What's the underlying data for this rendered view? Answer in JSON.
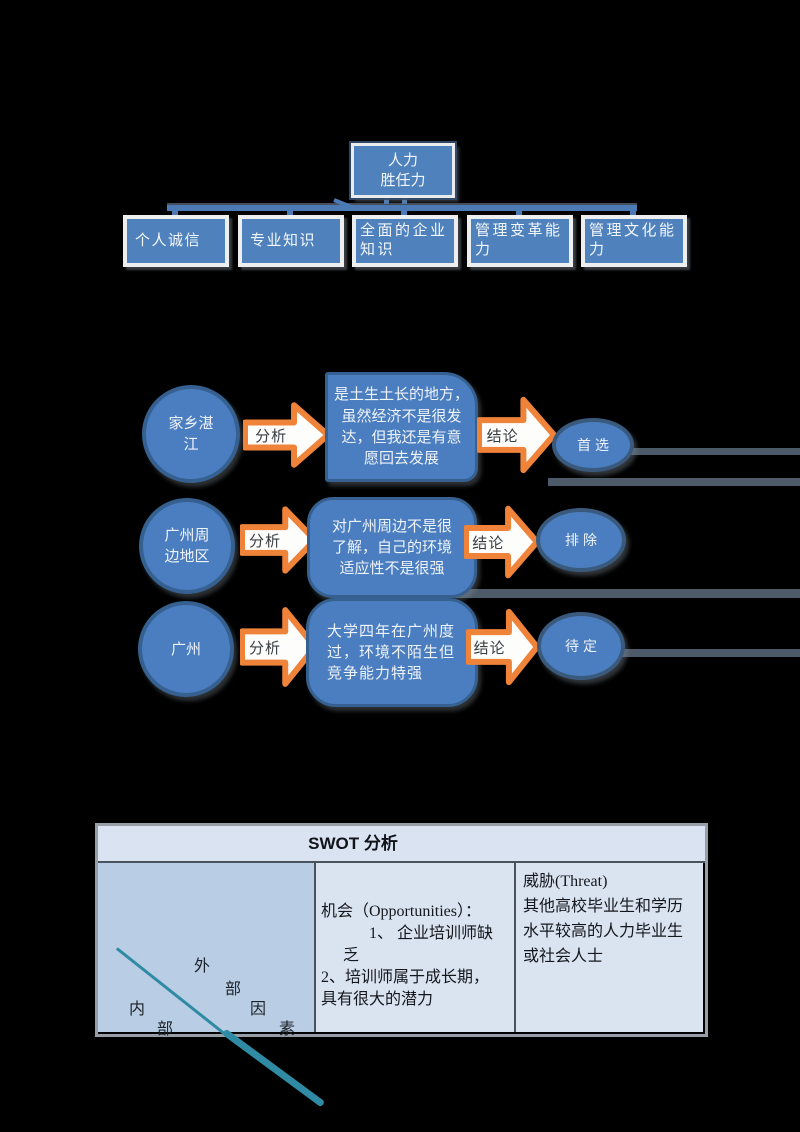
{
  "org_chart": {
    "root": "人力\n胜任力",
    "children": [
      "个人诚信",
      "专业知识",
      "全面的企业\n知识",
      "管理变革能\n力",
      "管理文化能\n力"
    ]
  },
  "flow": {
    "analysis_label": "分析",
    "conclusion_label": "结论",
    "rows": [
      {
        "source": "家乡湛\n江",
        "analysis": "是土生土长的地方，\n虽然经济不是很发\n达，但我还是有意\n愿回去发展",
        "conclusion": "首选"
      },
      {
        "source": "广州周\n边地区",
        "analysis": "对广州周边不是很\n了解，自己的环境\n适应性不是很强",
        "conclusion": "排除"
      },
      {
        "source": "广州",
        "analysis": "大学四年在广州度\n过，环境不陌生但\n竞争能力特强",
        "conclusion": "待定"
      }
    ]
  },
  "swot": {
    "title": "SWOT 分析",
    "diagonal": {
      "external": [
        "外",
        "部",
        "因",
        "素"
      ],
      "internal": [
        "内",
        "部"
      ]
    },
    "opportunities": {
      "line1": "机会（Opportunities）：",
      "line2": "1、 企业培训师缺",
      "line3": "乏",
      "line4": "2、培训师属于成长期，",
      "line5": "具有很大的潜力"
    },
    "threats": "威胁(Threat)\n其他高校毕业生和学历\n水平较高的人力毕业生\n或社会人士"
  },
  "colors": {
    "shape_blue": "#4b7ec0",
    "org_box_blue": "#4f81bd",
    "shape_border_blue": "#35608f",
    "arrow_orange": "#ee8339",
    "teal_line": "#2f8aa3",
    "slate_connector": "#4d5a6a",
    "table_header_bg": "#d9e3f1",
    "table_cell_bg": "#dae4f1",
    "table_axis_bg": "#b9cde5"
  }
}
